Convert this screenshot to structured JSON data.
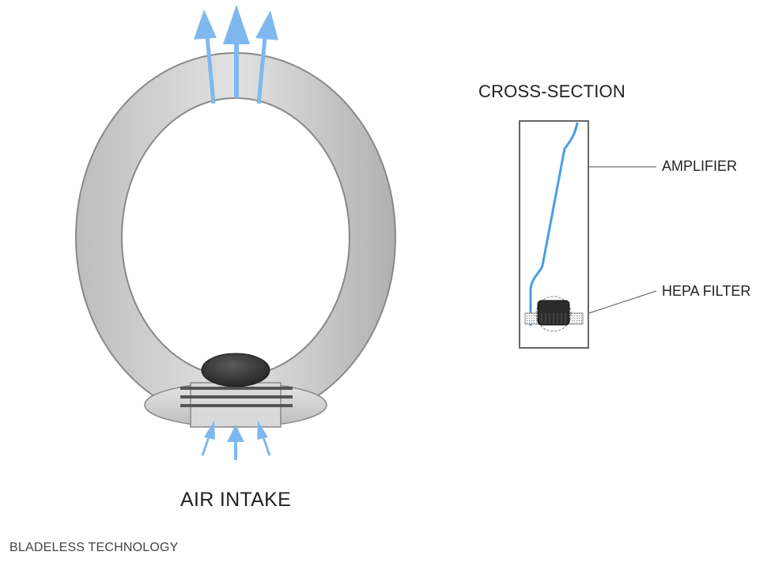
{
  "labels": {
    "cross_section": "CROSS-SECTION",
    "amplifier": "AMPLIFIER",
    "hepa_filter": "HEPA FILTER",
    "air_intake": "AIR INTAKE",
    "bladeless_technology": "BLADELESS TECHNOLOGY"
  },
  "colors": {
    "airflow": "#7fb8ef",
    "airflow_line": "#4a9de3",
    "ring_outline": "#888888",
    "motor": "#2f2f2f",
    "text": "#222222"
  }
}
